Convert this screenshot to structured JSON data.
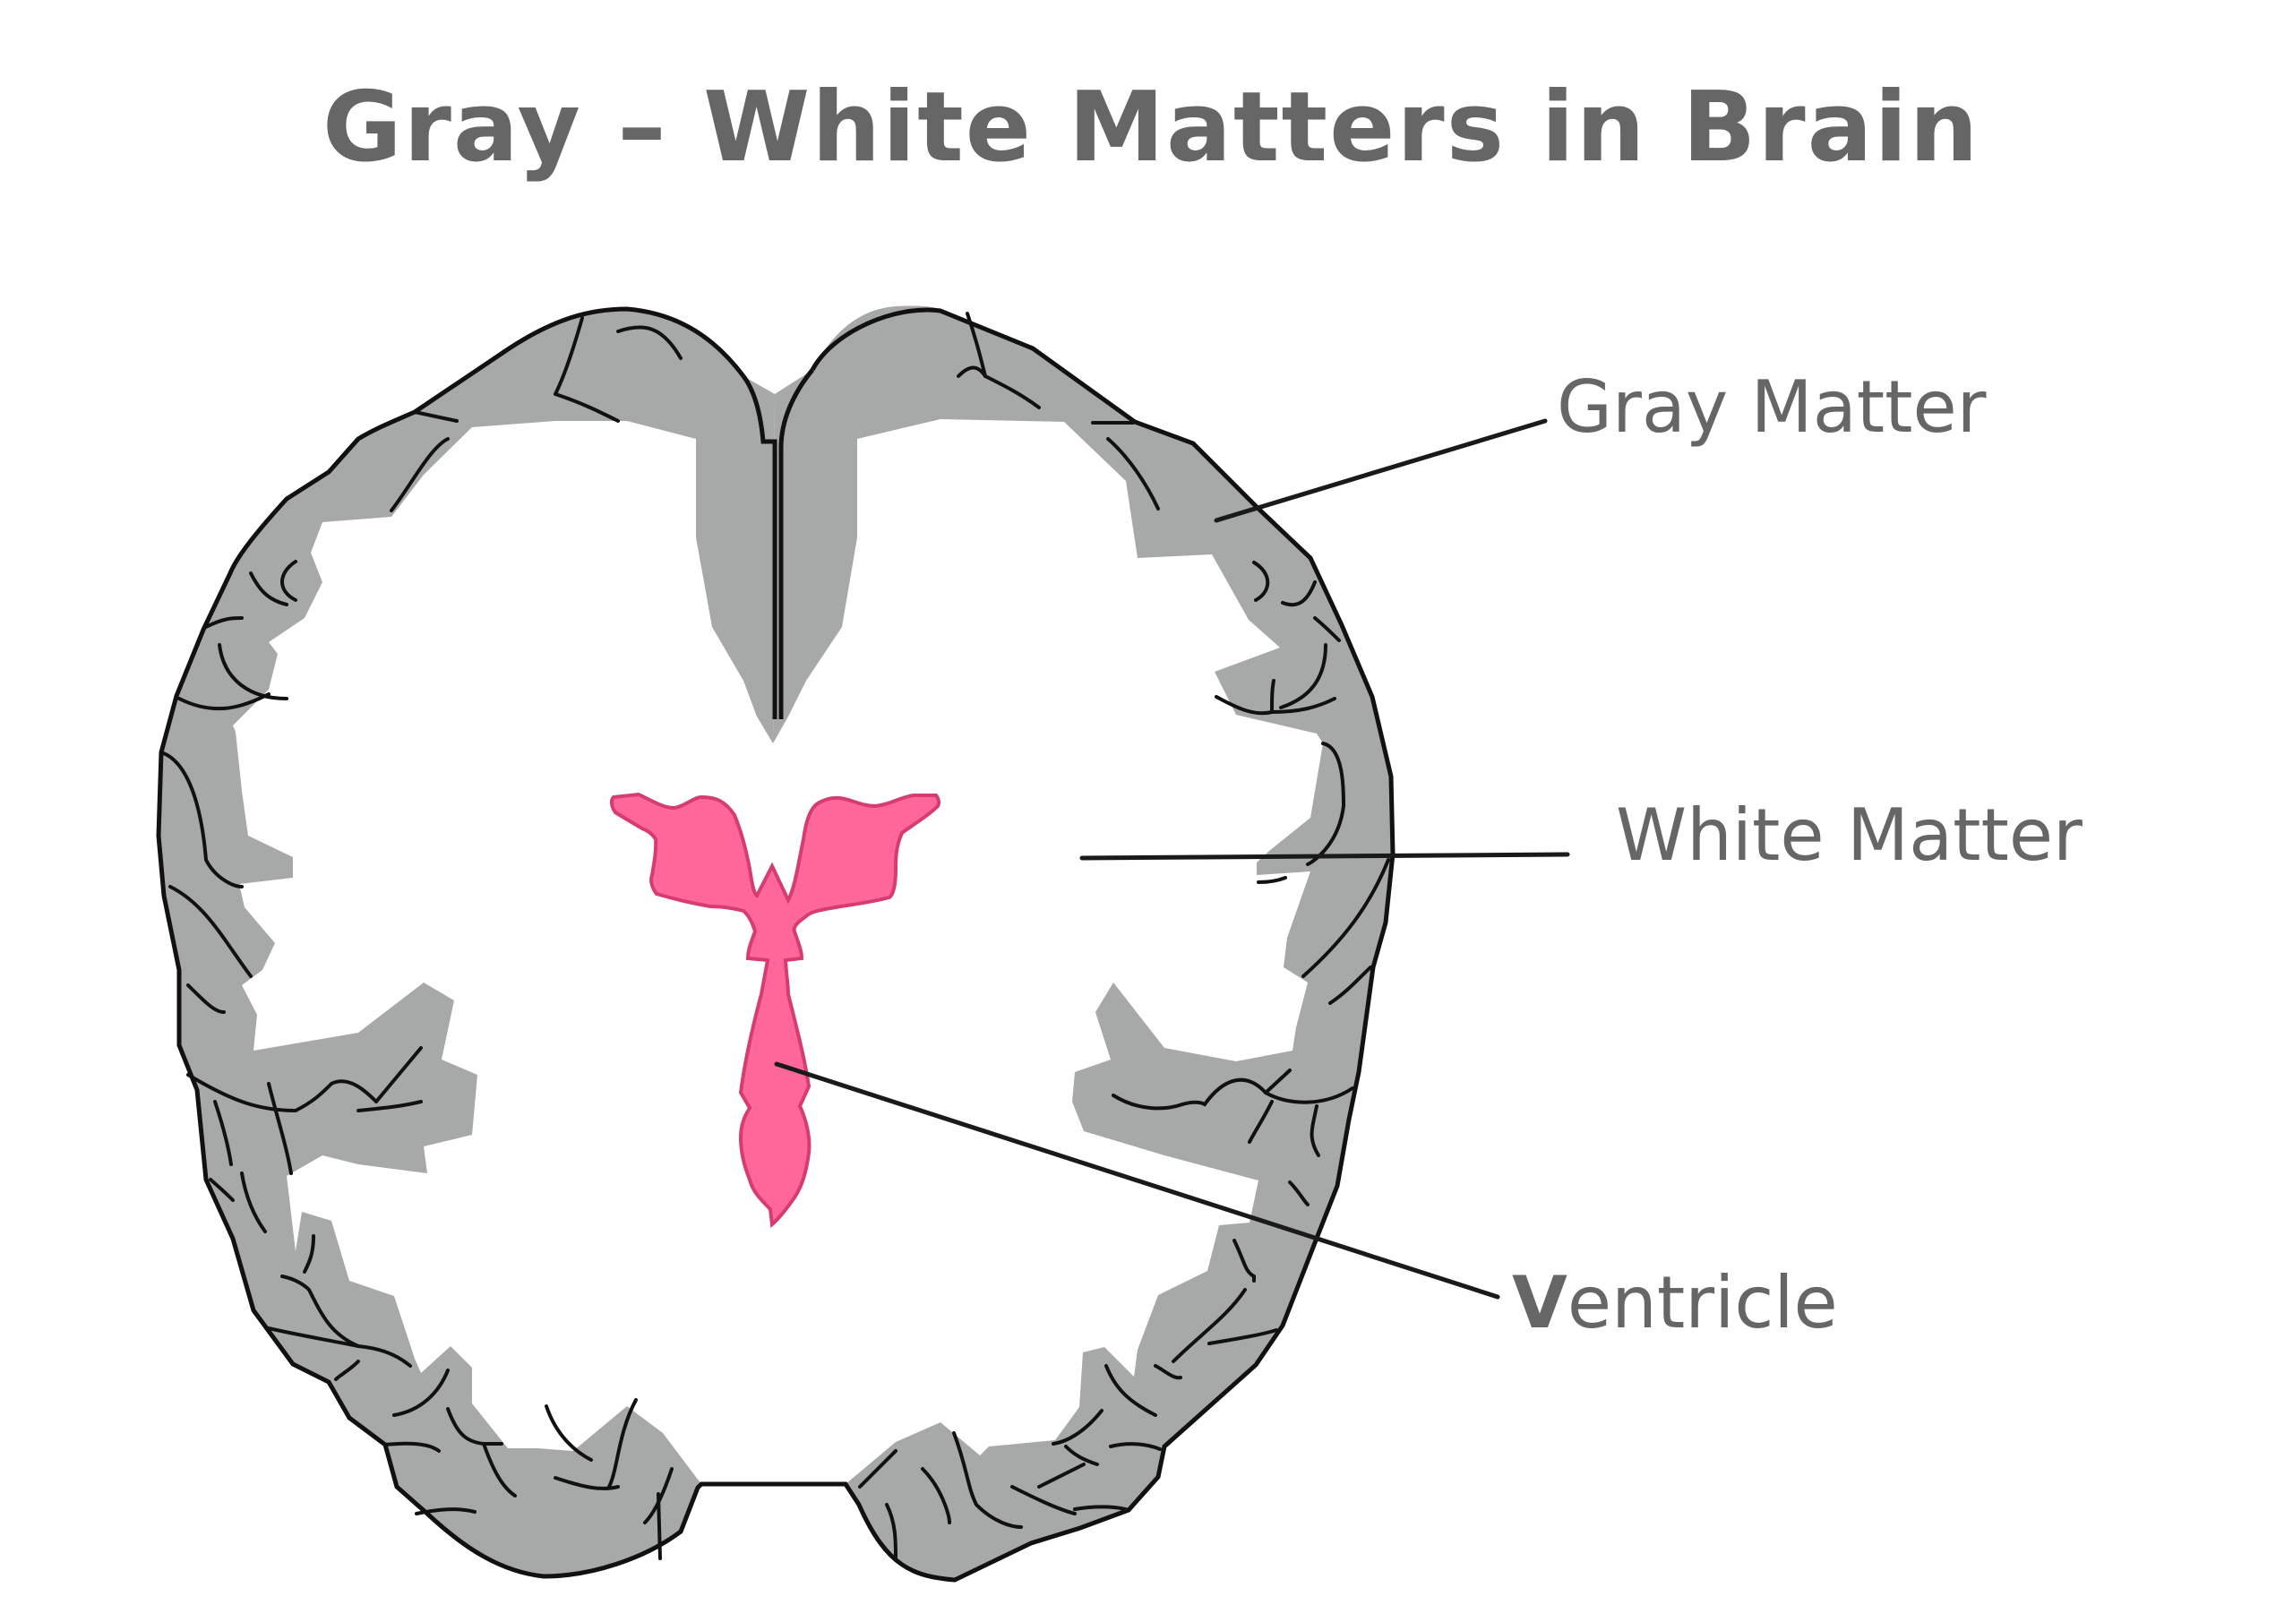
{
  "title": "Gray – White Matters in Brain",
  "labels": {
    "gray_matter": "Gray Matter",
    "white_matter": "White Matter",
    "ventricle_first": "V",
    "ventricle_rest": "entricle"
  },
  "colors": {
    "gray_matter": "#A7A9A8",
    "white_matter": "#FFFFFF",
    "ventricle_fill": "#FF6699",
    "ventricle_stroke": "#D63C6E",
    "outline": "#111111",
    "text": "#666666"
  }
}
